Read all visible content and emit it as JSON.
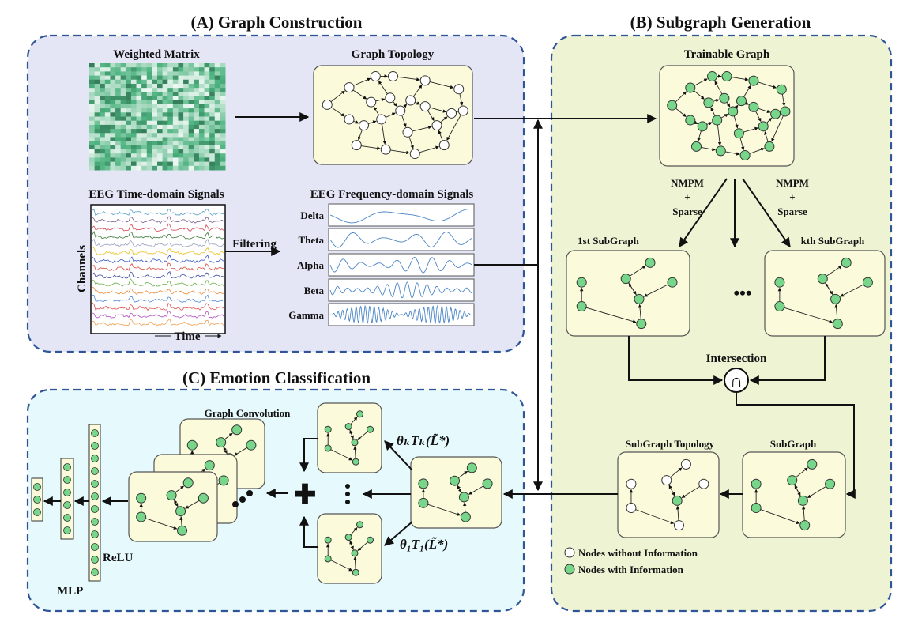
{
  "panels": {
    "a_title": "(A) Graph Construction",
    "b_title": "(B) Subgraph Generation",
    "c_title": "(C) Emotion Classification"
  },
  "graph_construction": {
    "weighted_matrix": "Weighted Matrix",
    "graph_topology": "Graph Topology",
    "eeg_time": "EEG Time-domain Signals",
    "eeg_freq": "EEG Frequency-domain Signals",
    "channels": "Channels",
    "time": "Time",
    "filtering": "Filtering",
    "bands": [
      "Delta",
      "Theta",
      "Alpha",
      "Beta",
      "Gamma"
    ]
  },
  "subgraph_generation": {
    "trainable_graph": "Trainable Graph",
    "nmpm_left": [
      "NMPM",
      "+",
      "Sparse"
    ],
    "nmpm_right": [
      "NMPM",
      "+",
      "Sparse"
    ],
    "first_subgraph": "1st SubGraph",
    "kth_subgraph": "kth SubGraph",
    "ellipsis": "•••",
    "intersection": "Intersection",
    "intersection_symbol": "∩",
    "subgraph_topology": "SubGraph Topology",
    "subgraph": "SubGraph",
    "legend": [
      {
        "label": "Nodes without Information",
        "color": "#ffffff"
      },
      {
        "label": "Nodes with Information",
        "color": "#77d68a"
      }
    ]
  },
  "emotion_classification": {
    "graph_convolution": "Graph Convolution",
    "formula_k": "θₖTₖ(L̃*)",
    "formula_1": "θ₁T₁(L̃*)",
    "plus": "✚",
    "relu": "ReLU",
    "mlp": "MLP"
  },
  "colors": {
    "panel_a_bg": "#e4e6f6",
    "panel_b_bg": "#eef3d4",
    "panel_c_bg": "#e6f9fc",
    "panel_border": "#2f5597",
    "graph_box": "#fbfbdc",
    "node_green": "#77d68a",
    "signal_blue": "#4a86c5"
  }
}
